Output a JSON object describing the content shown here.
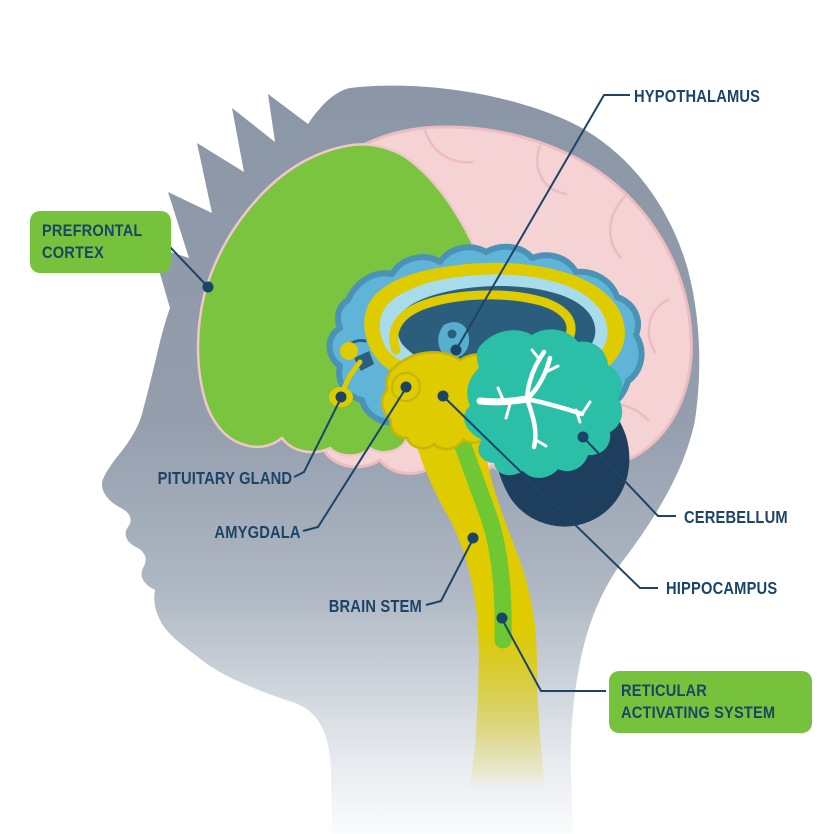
{
  "diagram": {
    "subject": "Human brain anatomy side-view infographic in head silhouette",
    "labels": {
      "hypothalamus": "HYPOTHALAMUS",
      "pituitary_gland": "PITUITARY GLAND",
      "amygdala": "AMYGDALA",
      "brain_stem": "BRAIN STEM",
      "cerebellum": "CEREBELLUM",
      "hippocampus": "HIPPOCAMPUS"
    },
    "badges": {
      "prefrontal_cortex": {
        "line1": "PREFRONTAL",
        "line2": "CORTEX"
      },
      "reticular_activating_system": {
        "line1": "RETICULAR",
        "line2": "ACTIVATING SYSTEM"
      }
    },
    "colors": {
      "label_text": "#1C4467",
      "leader_line": "#1C4467",
      "badge_green": "#76C23D",
      "head_gray": "#8B96A6",
      "cortex_pink": "#F5D2D3",
      "cortex_pink_outline": "#ECBCC0",
      "prefrontal_green": "#7BC43F",
      "cingulate_blue": "#5FB4D7",
      "cingulate_blue_border": "#4A93B7",
      "limbic_yellow": "#DECB00",
      "inner_light_blue": "#A9DCEB",
      "inner_navy": "#2A5E7C",
      "occipital_navy": "#1E3E5E",
      "cerebellum_teal": "#2CBFA7",
      "arbor_vitae_white": "#FFFFFF",
      "reticular_green": "#6EC733"
    }
  }
}
